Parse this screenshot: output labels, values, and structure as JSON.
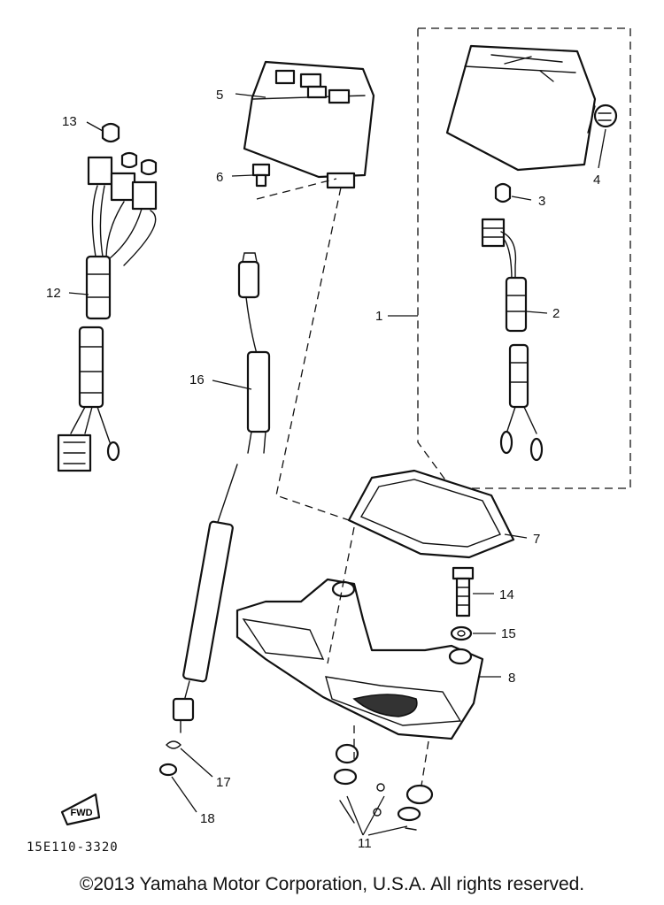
{
  "callouts": {
    "n1": "1",
    "n2": "2",
    "n3": "3",
    "n4": "4",
    "n5": "5",
    "n6": "6",
    "n7": "7",
    "n8": "8",
    "n11": "11",
    "n12": "12",
    "n13": "13",
    "n14": "14",
    "n15": "15",
    "n16": "16",
    "n17": "17",
    "n18": "18"
  },
  "diagram_code": "15E110-3320",
  "fwd_label": "FWD",
  "copyright": "©2013 Yamaha Motor Corporation, U.S.A. All rights reserved."
}
